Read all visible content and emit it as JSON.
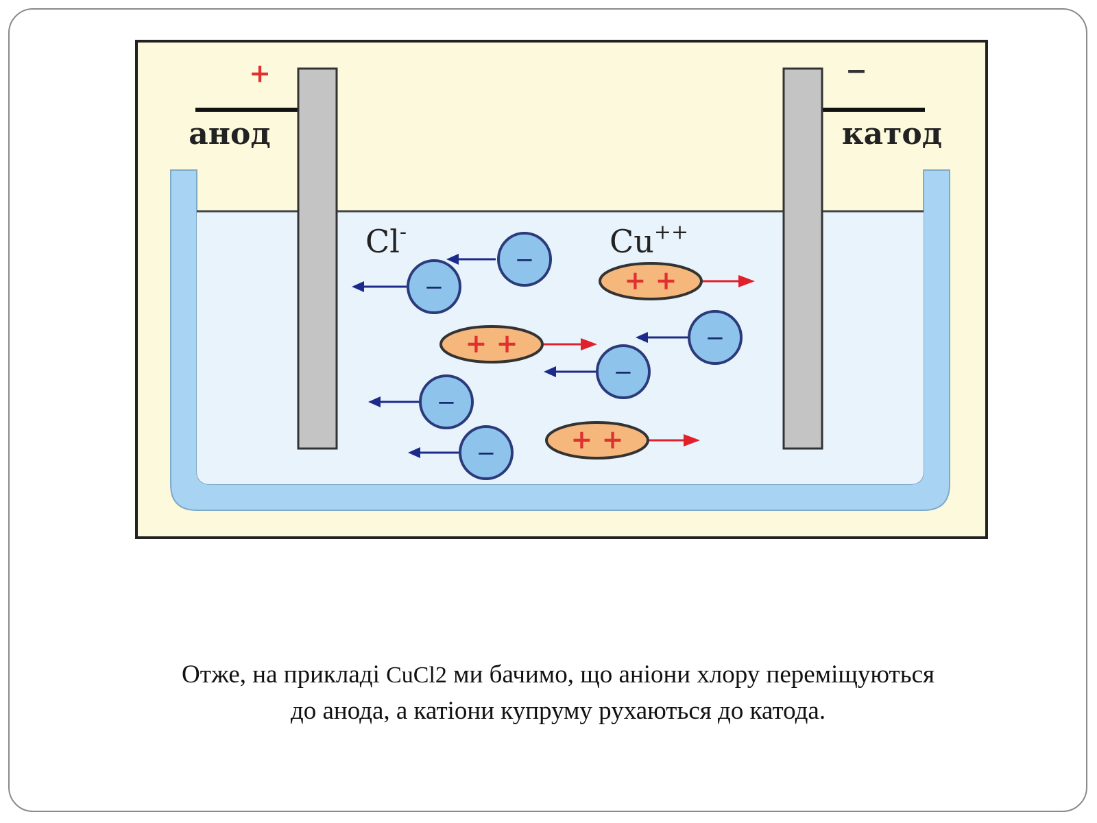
{
  "diagram": {
    "anode_label": "анод",
    "cathode_label": "катод",
    "anode_sign": "+",
    "cathode_sign": "−",
    "anion_label": "Cl",
    "anion_charge": "-",
    "cation_label": "Cu",
    "cation_charge": "++",
    "anion_symbol": "−",
    "cation_symbol": "+ +",
    "colors": {
      "background": "#fdf9dc",
      "solution": "#e9f3fb",
      "vessel": "#a9d3f2",
      "electrode": "#c4c4c4",
      "anion_fill": "#8ec4ec",
      "cation_fill": "#f6b77d",
      "anion_arrow": "#1d2a8c",
      "cation_arrow": "#e0202a",
      "plus_sign": "#e03030"
    }
  },
  "caption": {
    "line1_before": "Отже, на прикладі ",
    "formula": "CuCl2",
    "line1_after": " ми бачимо, що аніони хлору переміщуються",
    "line2": "до анода, а катіони купруму рухаються до катода."
  }
}
